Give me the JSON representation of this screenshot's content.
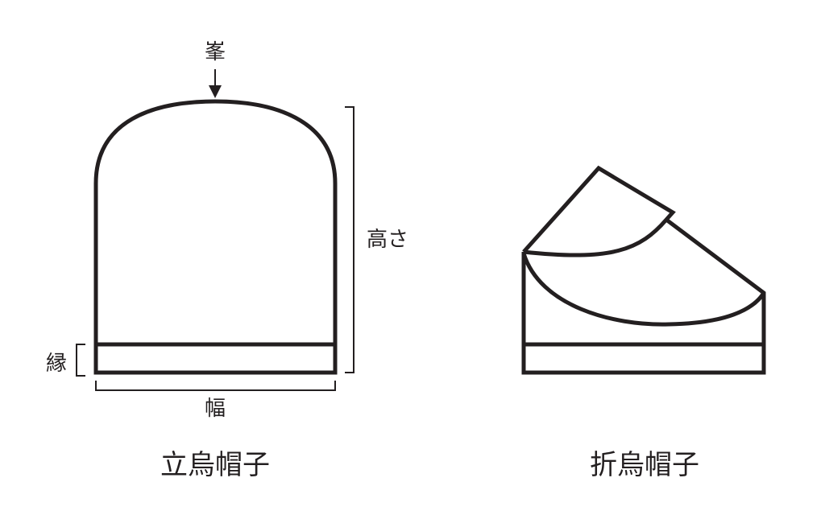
{
  "colors": {
    "stroke": "#231f20",
    "background": "#ffffff"
  },
  "left_figure": {
    "caption": "立烏帽子",
    "labels": {
      "peak": "峯",
      "height": "高さ",
      "brim": "縁",
      "width": "幅"
    }
  },
  "right_figure": {
    "caption": "折烏帽子"
  }
}
